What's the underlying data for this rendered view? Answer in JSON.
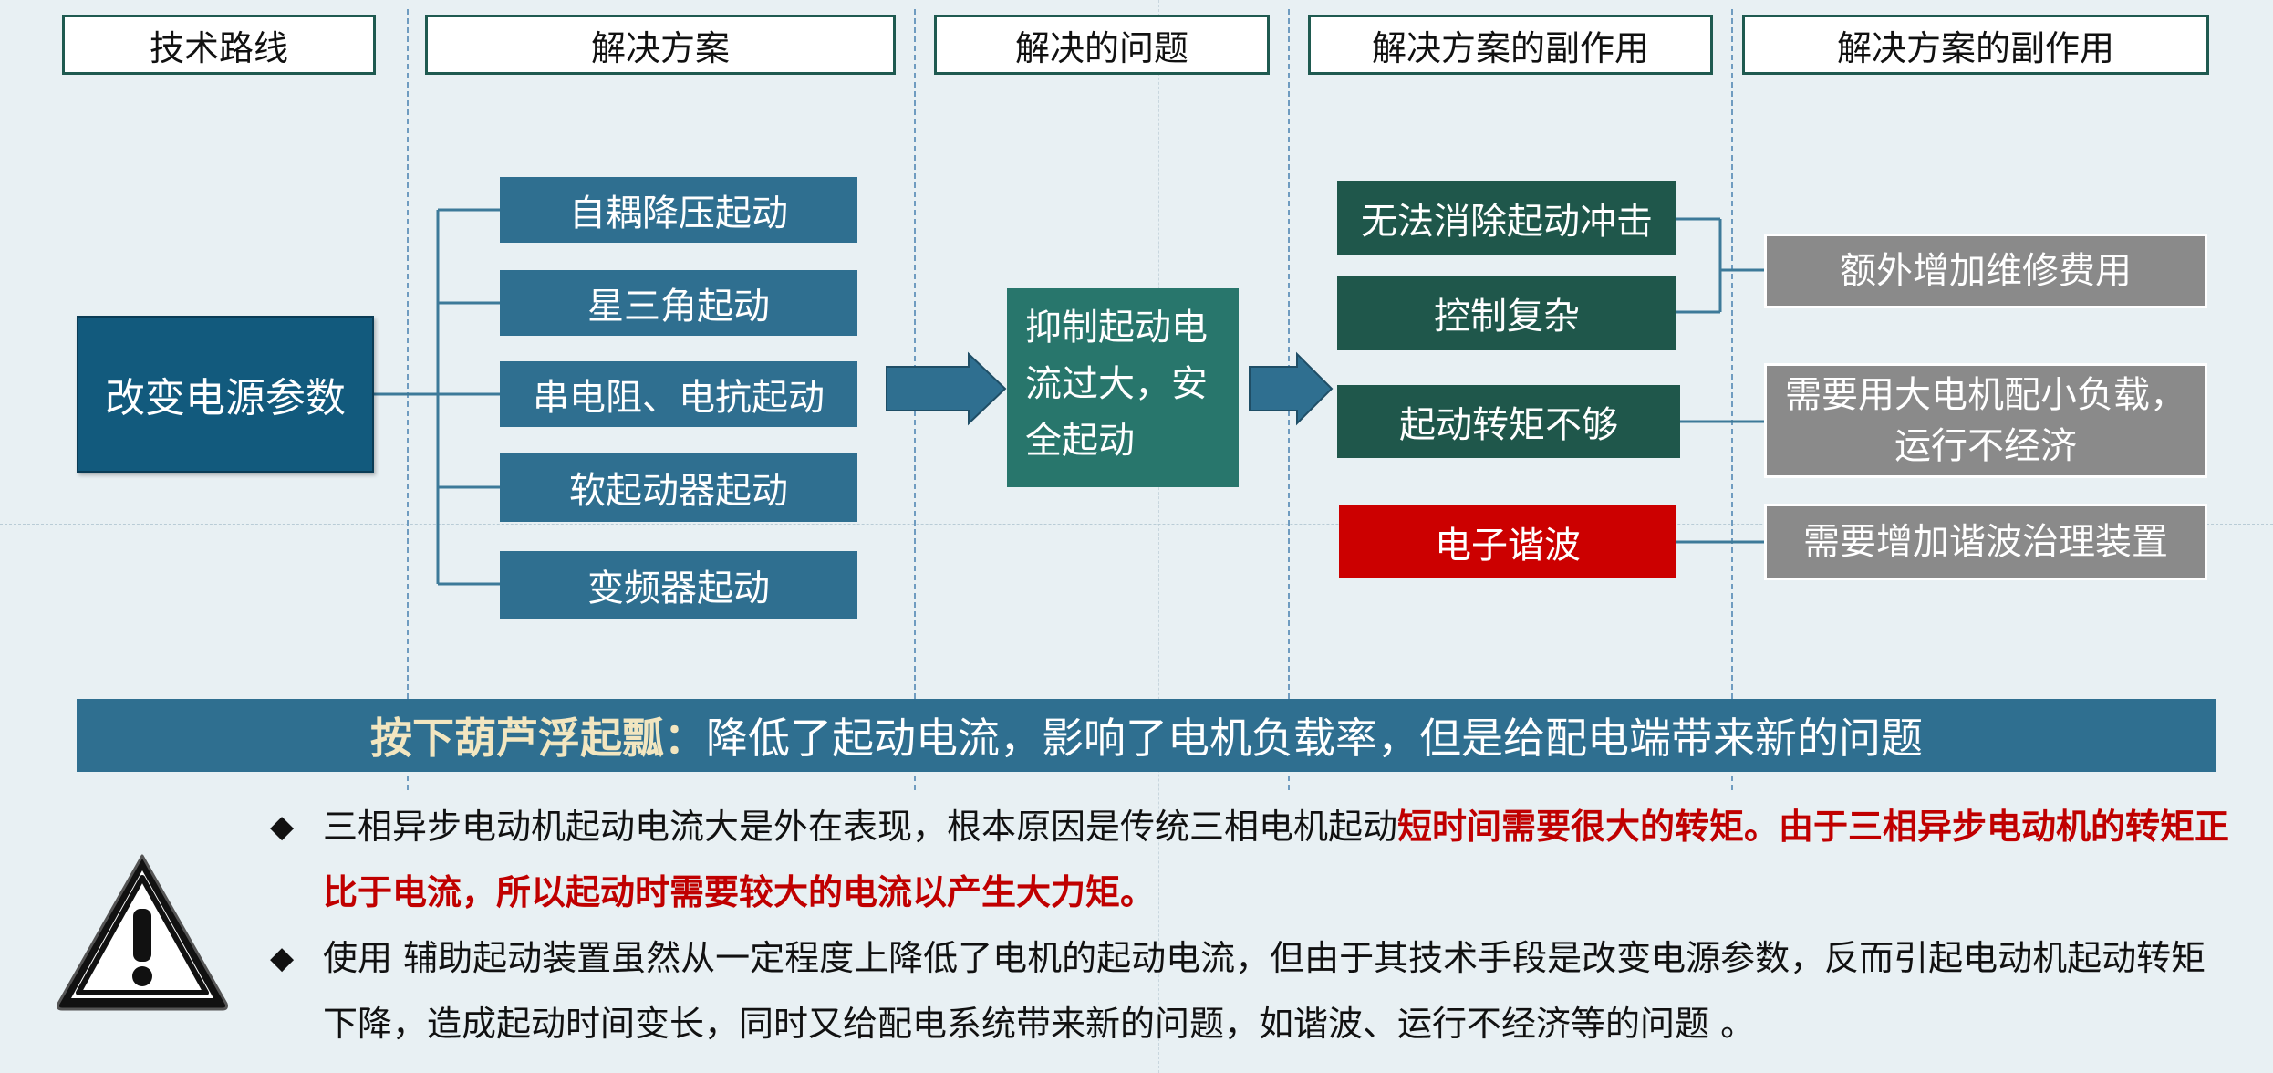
{
  "headers": {
    "col1": "技术路线",
    "col2": "解决方案",
    "col3": "解决的问题",
    "col4": "解决方案的副作用",
    "col5": "解决方案的副作用"
  },
  "root": "改变电源参数",
  "solutions": [
    "自耦降压起动",
    "星三角起动",
    "串电阻、电抗起动",
    "软起动器起动",
    "变频器起动"
  ],
  "problem": {
    "line1": "抑制起动电",
    "line2": "流过大，安",
    "line3": "全起动"
  },
  "side_effects": [
    "无法消除起动冲击",
    "控制复杂",
    "起动转矩不够",
    "电子谐波"
  ],
  "consequences": {
    "c1": "额外增加维修费用",
    "c2_line1": "需要用大电机配小负载，",
    "c2_line2": "运行不经济",
    "c3": "需要增加谐波治理装置"
  },
  "banner": {
    "highlight": "按下葫芦浮起瓢：",
    "text": "降低了起动电流，影响了电机负载率，但是给配电端带来新的问题"
  },
  "bullets": {
    "b1_part1": "三相异步电动机起动电流大是外在表现，根本原因是传统三相电机起动",
    "b1_part2": "短时间需要很大的转矩。由于三相异步电动机的转矩正比于电流，所以起动时需要较大的电流以产生大力矩。",
    "b2": "使用 辅助起动装置虽然从一定程度上降低了电机的起动电流，但由于其技术手段是改变电源参数，反而引起电动机起动转矩下降，造成起动时间变长，同时又给配电系统带来新的问题，如谐波、运行不经济等的问题 。",
    "marker": "◆"
  },
  "icons": {
    "warning": "warning-icon",
    "arrow": "arrow-right-icon"
  },
  "colors": {
    "root": "#125a7d",
    "solution": "#2f6f90",
    "problem": "#28766c",
    "side_effect": "#1f574b",
    "harmonic": "#cc0000",
    "consequence": "#8a8a8a",
    "highlight_text": "#c00000"
  }
}
